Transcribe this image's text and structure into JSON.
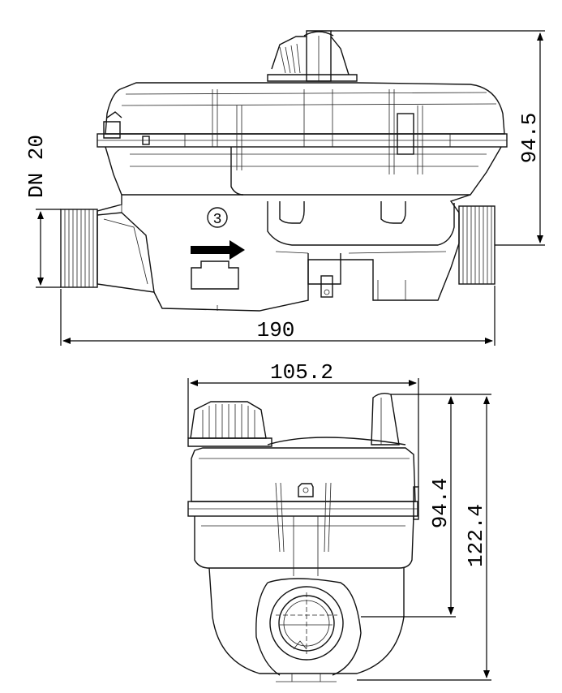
{
  "drawing": {
    "side_view": {
      "width_dim": "190",
      "height_dim": "94.5",
      "pipe_label": "DN 20",
      "marker": "3"
    },
    "end_view": {
      "width_dim": "105.2",
      "inner_height_dim": "94.4",
      "total_height_dim": "122.4"
    }
  }
}
